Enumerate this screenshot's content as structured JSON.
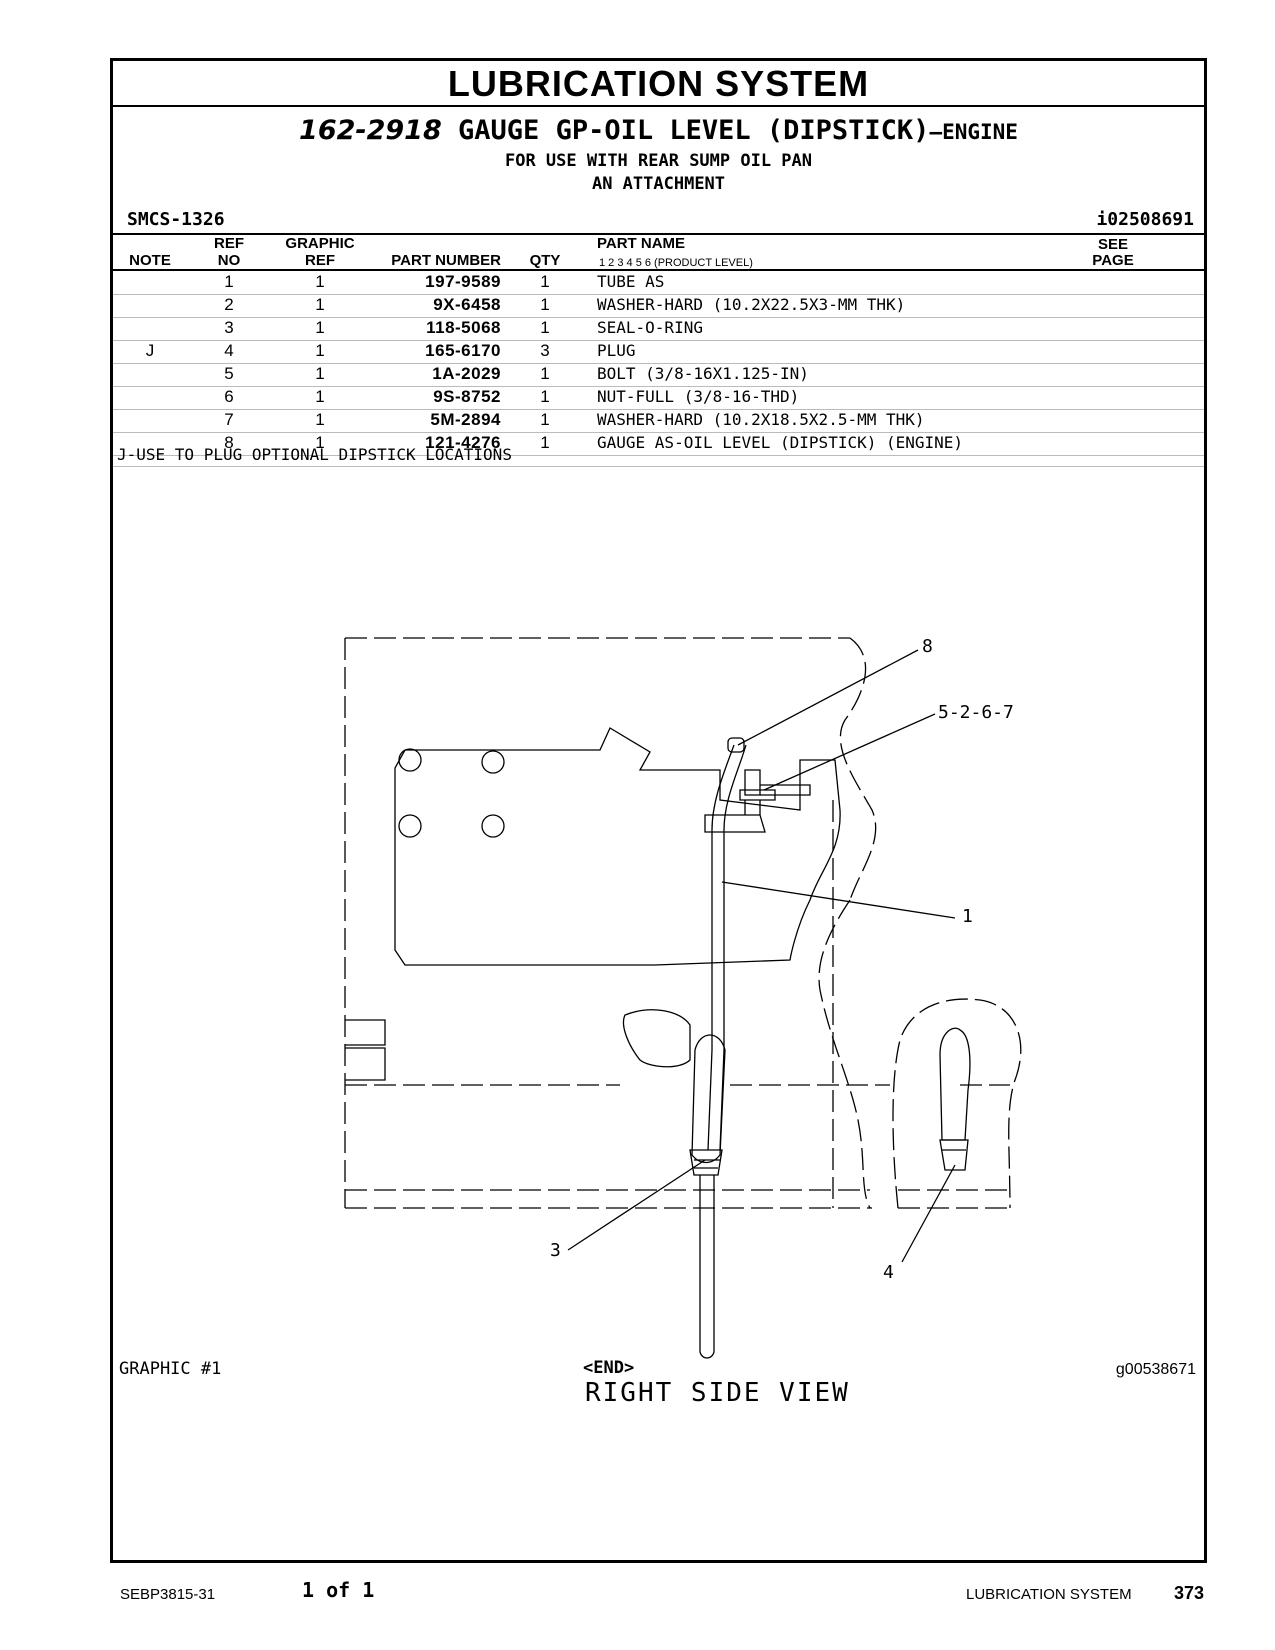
{
  "header": {
    "section_title": "LUBRICATION SYSTEM",
    "part_number": "162-2918",
    "part_desc": "GAUGE GP-OIL LEVEL (DIPSTICK)",
    "part_suffix": "—ENGINE",
    "line2": "FOR USE WITH REAR SUMP OIL PAN",
    "line3": "AN ATTACHMENT",
    "smcs": "SMCS-1326",
    "ident": "i02508691"
  },
  "table": {
    "col_note": "NOTE",
    "col_ref_1": "REF",
    "col_ref_2": "NO",
    "col_graphic_1": "GRAPHIC",
    "col_graphic_2": "REF",
    "col_partnum": "PART NUMBER",
    "col_qty": "QTY",
    "col_partname": "PART NAME",
    "col_product_level": "1   2   3   4   5   6   (PRODUCT LEVEL)",
    "col_see_1": "SEE",
    "col_see_2": "PAGE",
    "rows": [
      {
        "note": "",
        "ref": "1",
        "graphic": "1",
        "part": "197-9589",
        "qty": "1",
        "name": "TUBE AS"
      },
      {
        "note": "",
        "ref": "2",
        "graphic": "1",
        "part": "9X-6458",
        "qty": "1",
        "name": "WASHER-HARD (10.2X22.5X3-MM THK)"
      },
      {
        "note": "",
        "ref": "3",
        "graphic": "1",
        "part": "118-5068",
        "qty": "1",
        "name": "SEAL-O-RING"
      },
      {
        "note": "J",
        "ref": "4",
        "graphic": "1",
        "part": "165-6170",
        "qty": "3",
        "name": "PLUG"
      },
      {
        "note": "",
        "ref": "5",
        "graphic": "1",
        "part": "1A-2029",
        "qty": "1",
        "name": "BOLT (3/8-16X1.125-IN)"
      },
      {
        "note": "",
        "ref": "6",
        "graphic": "1",
        "part": "9S-8752",
        "qty": "1",
        "name": "NUT-FULL (3/8-16-THD)"
      },
      {
        "note": "",
        "ref": "7",
        "graphic": "1",
        "part": "5M-2894",
        "qty": "1",
        "name": "WASHER-HARD (10.2X18.5X2.5-MM THK)"
      },
      {
        "note": "",
        "ref": "8",
        "graphic": "1",
        "part": "121-4276",
        "qty": "1",
        "name": "GAUGE AS-OIL LEVEL (DIPSTICK) (ENGINE)"
      }
    ],
    "footnote": "J-USE TO PLUG OPTIONAL DIPSTICK LOCATIONS"
  },
  "drawing": {
    "callout_8": "8",
    "callout_5267": "5-2-6-7",
    "callout_1": "1",
    "callout_3": "3",
    "callout_4": "4",
    "caption": "RIGHT SIDE VIEW"
  },
  "bottom": {
    "graphic_label": "GRAPHIC #1",
    "end_marker": "<END>",
    "graphic_id": "g00538671"
  },
  "footer": {
    "doc_number": "SEBP3815-31",
    "page_of": "1 of 1",
    "section": "LUBRICATION SYSTEM",
    "page_number": "373"
  }
}
